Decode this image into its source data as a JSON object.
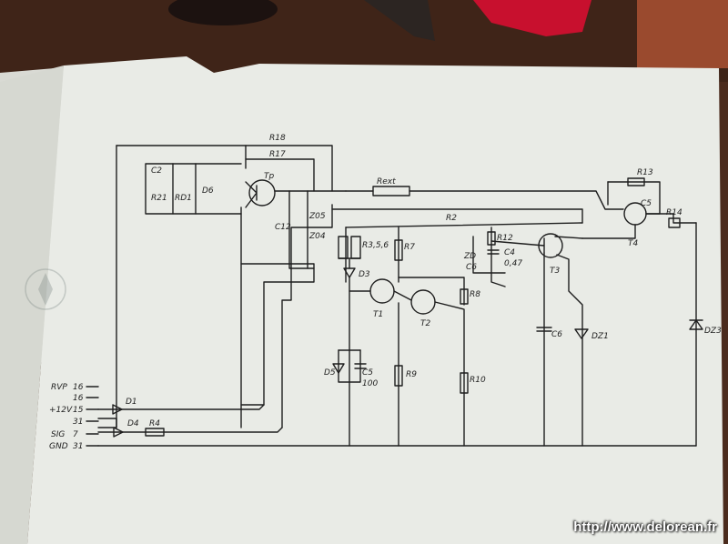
{
  "watermark": "http://www.delorean.fr",
  "components": {
    "r18": "R18",
    "r17": "R17",
    "c2": "C2",
    "r21": "R21",
    "rd1": "RD1",
    "d6": "D6",
    "tp": "Tp",
    "c12": "C12",
    "z05": "Z05",
    "z04": "Z04",
    "rext": "Rext",
    "r2": "R2",
    "r13": "R13",
    "c5a": "C5",
    "r14": "R14",
    "t4": "T4",
    "r356": "R3,5,6",
    "r7": "R7",
    "r12": "R12",
    "c4": "C4",
    "c4val": "0,47",
    "zd": "ZD",
    "c6a": "C6",
    "t3": "T3",
    "d3": "D3",
    "t1": "T1",
    "t2": "T2",
    "r8": "R8",
    "d5": "D5",
    "c5b": "C5",
    "c5val": "100",
    "r9": "R9",
    "r10": "R10",
    "c6b": "C6",
    "dz1": "DZ1",
    "dz3": "DZ3",
    "d1": "D1",
    "d4": "D4",
    "r4": "R4"
  },
  "pins": [
    {
      "name": "RVP",
      "num": "16"
    },
    {
      "name": "",
      "num": "16"
    },
    {
      "name": "+12V",
      "num": "15"
    },
    {
      "name": "",
      "num": "31"
    },
    {
      "name": "SIG",
      "num": "7"
    },
    {
      "name": "GND",
      "num": "31"
    }
  ],
  "colors": {
    "table": "#4a2a1c",
    "paper": "#e9ebe6",
    "ink": "#1e1e1e"
  }
}
